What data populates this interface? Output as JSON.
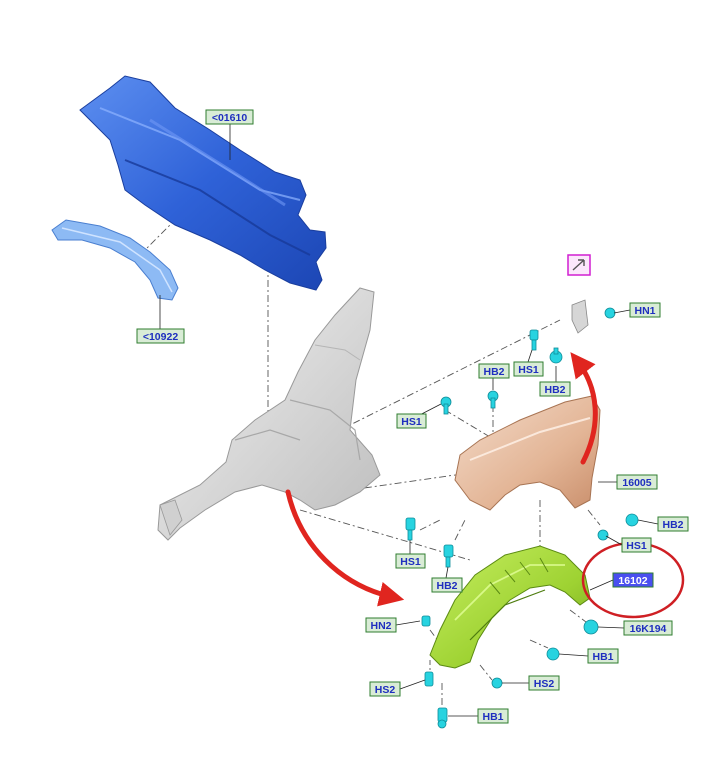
{
  "labels": {
    "dash_panel": "<01610",
    "apron_brace": "<10922",
    "hn1": "HN1",
    "hs1_top": "HS1",
    "hb2_top": "HB2",
    "hs1_left": "HS1",
    "hb2_left": "HB2",
    "fender": "16005",
    "hb2_right": "HB2",
    "hs1_right": "HS1",
    "hs1_low": "HS1",
    "hb2_low": "HB2",
    "liner": "16102",
    "hn2": "HN2",
    "clip": "16K194",
    "hb1_right": "HB1",
    "hs2_left": "HS2",
    "hs2_right": "HS2",
    "hb1_bottom": "HB1"
  },
  "colors": {
    "dash_panel": "#2f62d8",
    "apron_brace": "#7fb0f2",
    "body_frame": "#dedede",
    "fender": "#e9c0a4",
    "liner": "#a6d83a",
    "fastener": "#27d3e0",
    "label_fill_green": "#d9ecd6",
    "label_border_green": "#2f7d2f",
    "label_fill_blue": "#4a4ff0",
    "highlight_circle": "#cf1f24",
    "arrow": "#e0251f",
    "marker_magenta": "#d11fd1"
  },
  "icons": {
    "top_marker": "arrow-marker-icon"
  }
}
